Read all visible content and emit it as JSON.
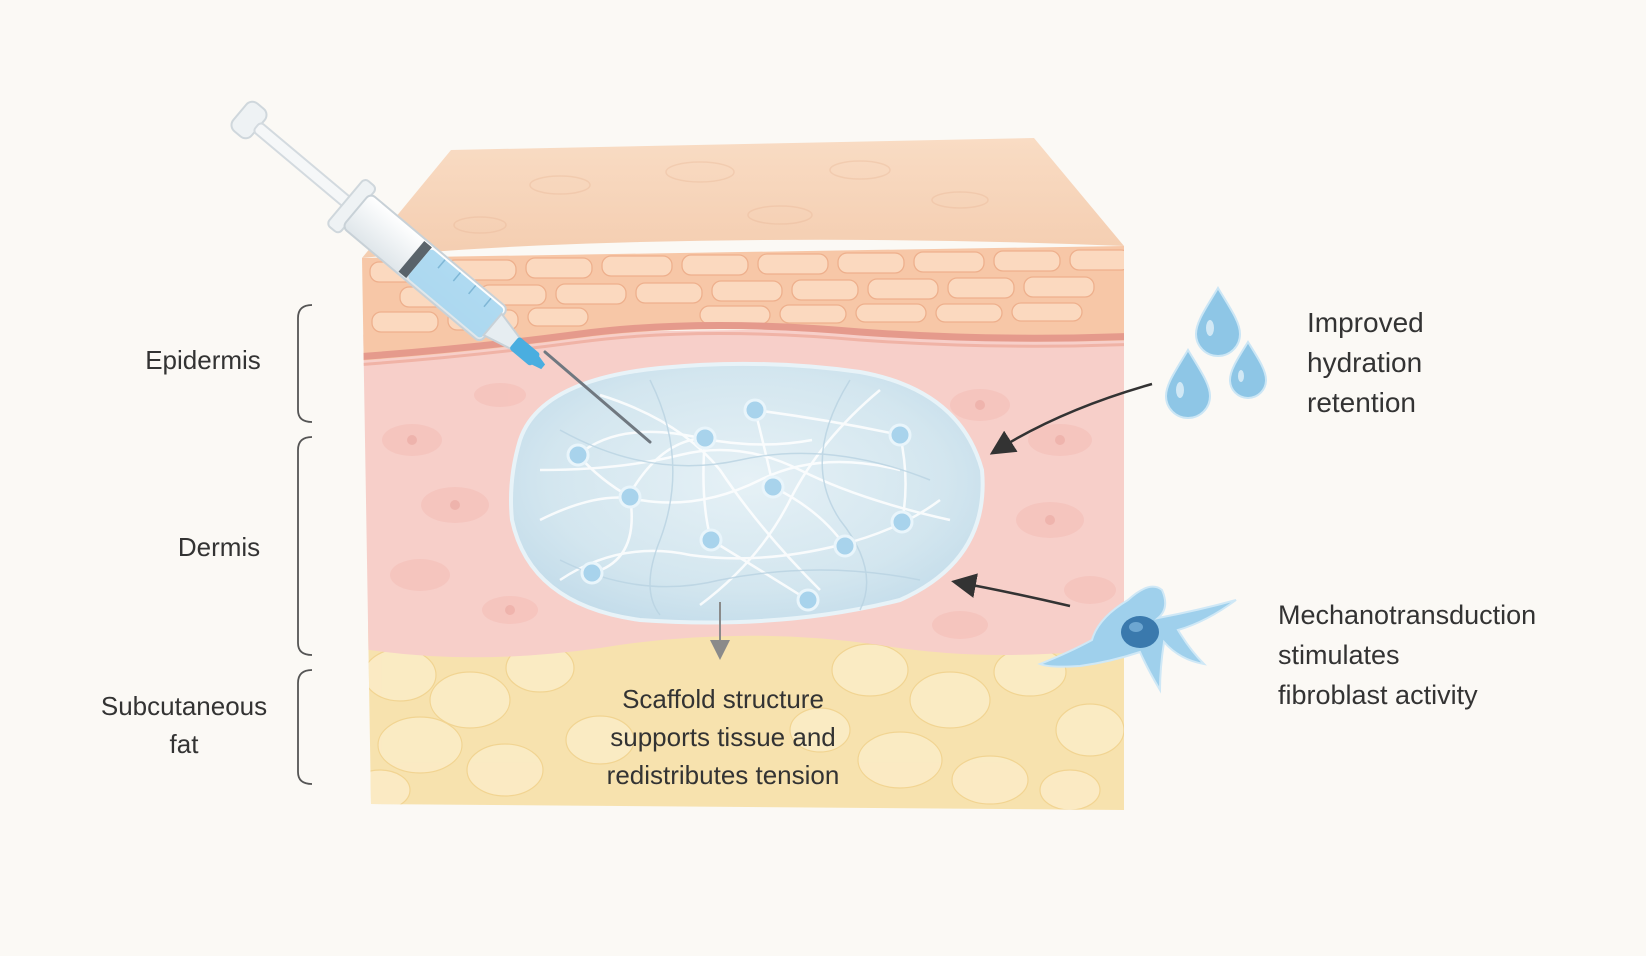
{
  "layers": {
    "epidermis": "Epidermis",
    "dermis": "Dermis",
    "subcutaneous_fat": [
      "Subcutaneous",
      "fat"
    ]
  },
  "callouts": {
    "hydration": [
      "Improved",
      "hydration",
      "retention"
    ],
    "mechanotransduction": [
      "Mechanotransduction",
      "stimulates",
      "fibroblast activity"
    ],
    "scaffold": [
      "Scaffold structure",
      "supports tissue and",
      "redistributes tension"
    ]
  },
  "colors": {
    "background": "#fbf9f5",
    "stratum_corneum": "#f6d3b8",
    "epidermis_cells": "#f7c7a7",
    "basal_line": "#e59a8c",
    "dermis": "#f7cfc9",
    "fat": "#f7e2ae",
    "hydrogel": "#cfe3ee",
    "hydrogel_nodes": "#a8d3ec",
    "water_drop": "#8ec6e6",
    "fibroblast": "#9fd0ec",
    "arrow": "#333333",
    "text": "#333333"
  },
  "icons": [
    "syringe-icon",
    "water-drops-icon",
    "fibroblast-cell-icon"
  ]
}
